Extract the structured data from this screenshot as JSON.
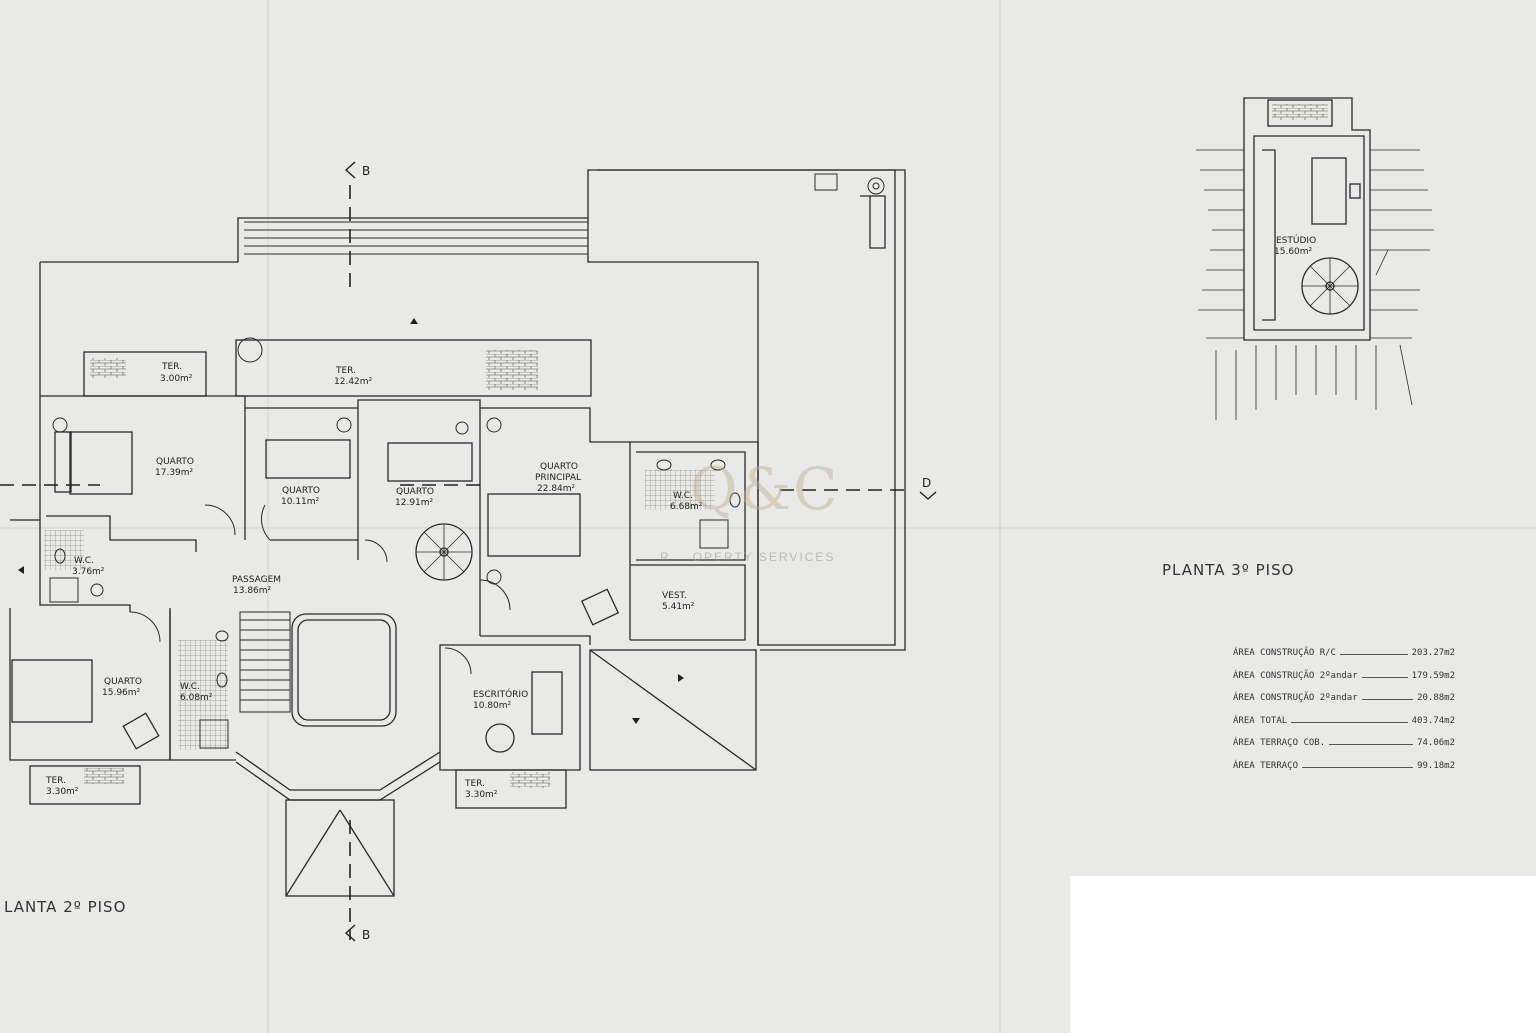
{
  "titles": {
    "floor2": "LANTA 2º PISO",
    "floor3": "PLANTA 3º PISO"
  },
  "section_marks": {
    "b_top": "B",
    "b_bottom": "B",
    "d_right": "D"
  },
  "watermark": {
    "logo": "Q&C",
    "tagline_left": "R",
    "tagline_right": "OPERTY SERVICES"
  },
  "rooms": {
    "ter_a": {
      "name": "TER.",
      "area": "3.00m²"
    },
    "ter_b": {
      "name": "TER.",
      "area": "12.42m²"
    },
    "quarto_a": {
      "name": "QUARTO",
      "area": "17.39m²"
    },
    "quarto_b": {
      "name": "QUARTO",
      "area": "10.11m²"
    },
    "quarto_c": {
      "name": "QUARTO",
      "area": "12.91m²"
    },
    "quarto_principal": {
      "name": "QUARTO",
      "name2": "PRINCIPAL",
      "area": "22.84m²"
    },
    "wc_a": {
      "name": "W.C.",
      "area": "6.68m²"
    },
    "wc_b": {
      "name": "W.C.",
      "area": "3.76m²"
    },
    "passagem": {
      "name": "PASSAGEM",
      "area": "13.86m²"
    },
    "vest": {
      "name": "VEST.",
      "area": "5.41m²"
    },
    "quarto_d": {
      "name": "QUARTO",
      "area": "15.96m²"
    },
    "wc_c": {
      "name": "W.C.",
      "area": "6.08m²"
    },
    "escritorio": {
      "name": "ESCRITÓRIO",
      "area": "10.80m²"
    },
    "ter_c": {
      "name": "TER.",
      "area": "3.30m²"
    },
    "ter_d": {
      "name": "TER.",
      "area": "3.30m²"
    },
    "estudio": {
      "name": "ESTÚDIO",
      "area": "15.60m²"
    }
  },
  "area_table": [
    {
      "label": "ÁREA CONSTRUÇÃO R/C",
      "value": "203.27m2"
    },
    {
      "label": "ÁREA CONSTRUÇÃO 2ºandar",
      "value": "179.59m2"
    },
    {
      "label": "ÁREA CONSTRUÇÃO 2ºandar",
      "value": "20.88m2"
    },
    {
      "label": "ÁREA TOTAL",
      "value": "403.74m2"
    },
    {
      "label": "ÁREA TERRAÇO COB.",
      "value": "74.06m2"
    },
    {
      "label": "ÁREA TERRAÇO",
      "value": "99.18m2"
    }
  ]
}
